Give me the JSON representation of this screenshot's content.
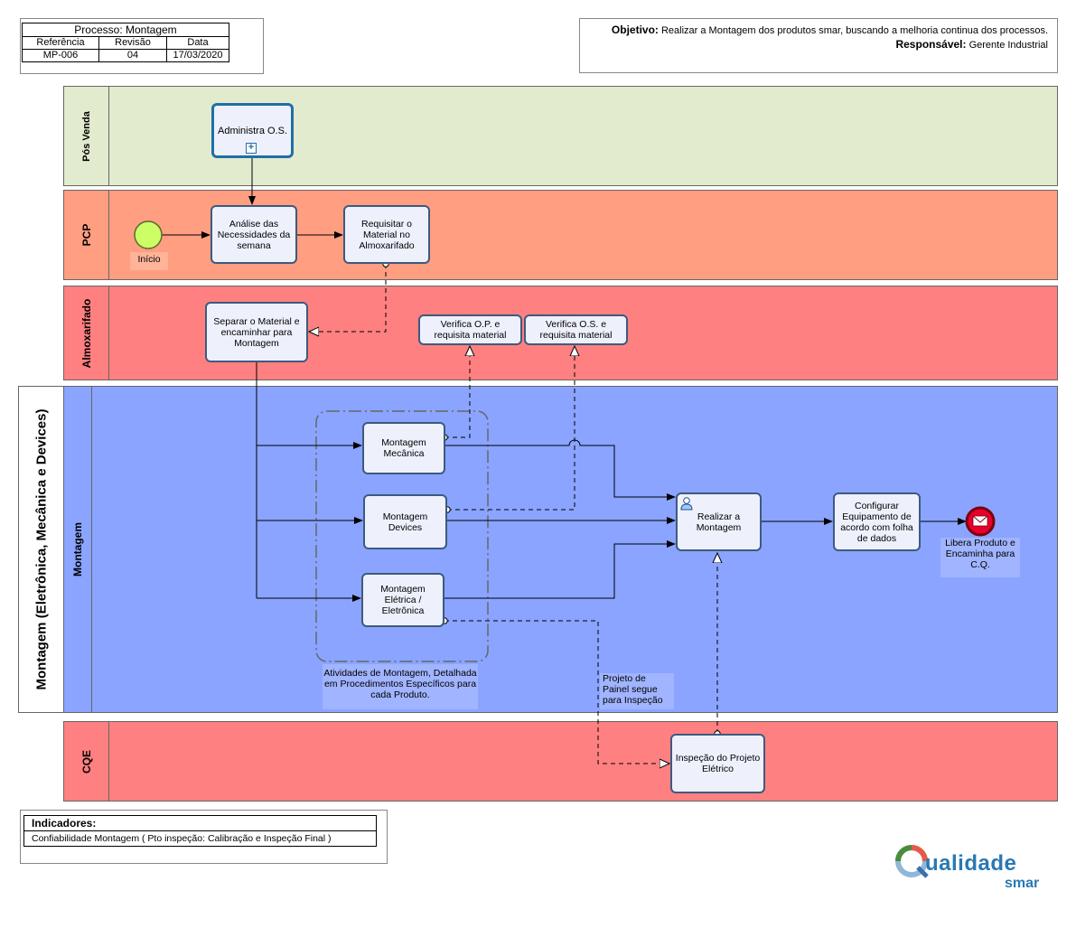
{
  "header": {
    "process_title": "Processo: Montagem",
    "col_ref": "Referência",
    "col_rev": "Revisão",
    "col_date": "Data",
    "ref": "MP-006",
    "rev": "04",
    "date": "17/03/2020"
  },
  "objective": {
    "obj_label": "Objetivo:",
    "obj_text": "Realizar a Montagem dos produtos smar, buscando a melhoria continua dos processos.",
    "resp_label": "Responsável:",
    "resp_text": "Gerente Industrial"
  },
  "lanes": {
    "pos_venda": "Pós Venda",
    "pcp": "PCP",
    "almox": "Almoxarifado",
    "pool": "Montagem   (Eletrônica, Mecânica e Devices)",
    "montagem": "Montagem",
    "cqe": "CQE"
  },
  "tasks": {
    "administra": "Administra O.S.",
    "analise": "Análise das Necessidades da semana",
    "requisitar": "Requisitar o Material no Almoxarifado",
    "separar": "Separar  o Material e encaminhar para Montagem",
    "verifica_op": "Verifica O.P. e requisita material",
    "verifica_os": "Verifica O.S. e requisita material",
    "mont_mec": "Montagem Mecânica",
    "mont_dev": "Montagem Devices",
    "mont_ele": "Montagem Elétrica / Eletrônica",
    "realizar": "Realizar a Montagem",
    "configurar": "Configurar Equipamento de acordo com folha de dados",
    "inspecao": "Inspeção do Projeto Elétrico"
  },
  "events": {
    "inicio": "Início",
    "fim": "Libera Produto e Encaminha para C.Q."
  },
  "notes": {
    "group_note": "Atividades de Montagem, Detalhada em Procedimentos Específicos para cada Produto.",
    "projeto_note": "Projeto de Painel segue para Inspeção"
  },
  "indicators": {
    "title": "Indicadores:",
    "text": "Confiabilidade Montagem ( Pto inspeção: Calibração e Inspeção Final )"
  },
  "logo": {
    "word": "ualidade",
    "sub": "smar"
  },
  "colors": {
    "pos_venda": "#e3ebcf",
    "pcp": "#ff9e80",
    "almox": "#ff8080",
    "montagem": "#8aa4ff",
    "cqe": "#ff8080",
    "task_border": "#3d5a80",
    "start_event": "#ccff66",
    "end_event": "#e8002a"
  }
}
